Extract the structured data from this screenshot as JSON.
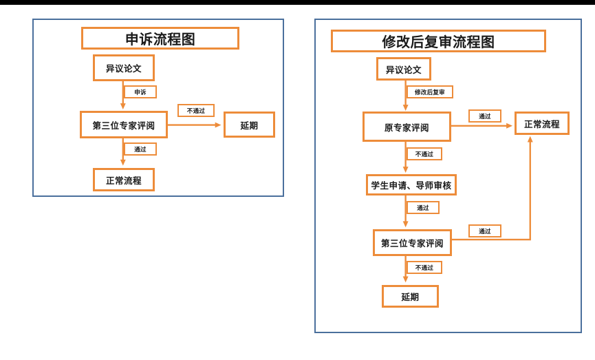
{
  "page": {
    "background": "#ffffff",
    "top_bar_color": "#000000",
    "panel_border_color": "#4a6f9c",
    "accent_color": "#ED8C3A",
    "text_color": "#1a1a1a"
  },
  "diagrams": [
    {
      "id": "appeal",
      "title": "申诉流程图",
      "nodes": [
        {
          "id": "a-paper",
          "label": "异议论文"
        },
        {
          "id": "a-third",
          "label": "第三位专家评阅"
        },
        {
          "id": "a-delay",
          "label": "延期"
        },
        {
          "id": "a-normal",
          "label": "正常流程"
        }
      ],
      "edges": [
        {
          "from": "a-paper",
          "to": "a-third",
          "label": "申诉"
        },
        {
          "from": "a-third",
          "to": "a-delay",
          "label": "不通过"
        },
        {
          "from": "a-third",
          "to": "a-normal",
          "label": "通过"
        }
      ]
    },
    {
      "id": "revise",
      "title": "修改后复审流程图",
      "nodes": [
        {
          "id": "r-paper",
          "label": "异议论文"
        },
        {
          "id": "r-orig",
          "label": "原专家评阅"
        },
        {
          "id": "r-normal",
          "label": "正常流程"
        },
        {
          "id": "r-apply",
          "label": "学生申请、导师审核"
        },
        {
          "id": "r-third",
          "label": "第三位专家评阅"
        },
        {
          "id": "r-delay",
          "label": "延期"
        }
      ],
      "edges": [
        {
          "from": "r-paper",
          "to": "r-orig",
          "label": "修改后复审"
        },
        {
          "from": "r-orig",
          "to": "r-normal",
          "label": "通过"
        },
        {
          "from": "r-orig",
          "to": "r-apply",
          "label": "不通过"
        },
        {
          "from": "r-apply",
          "to": "r-third",
          "label": "通过"
        },
        {
          "from": "r-third",
          "to": "r-normal",
          "label": "通过"
        },
        {
          "from": "r-third",
          "to": "r-delay",
          "label": "不通过"
        }
      ]
    }
  ]
}
